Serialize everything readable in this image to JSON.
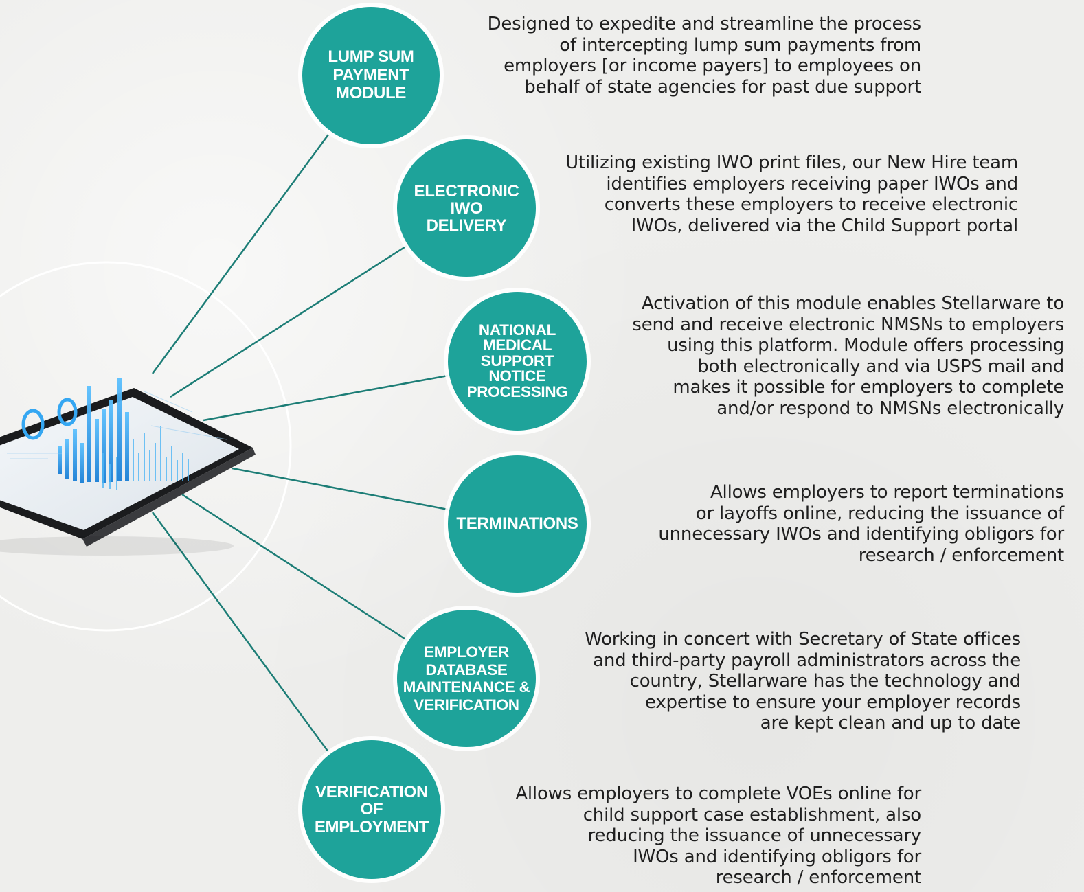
{
  "modules": [
    {
      "id": "lump-sum",
      "title": "LUMP SUM\nPAYMENT\nMODULE",
      "description": "Designed to expedite and streamline the process\nof intercepting lump sum payments from\nemployers [or income payers] to employees on\nbehalf of state agencies for past due support"
    },
    {
      "id": "electronic-iwo",
      "title": "ELECTRONIC\nIWO\nDELIVERY",
      "description": "Utilizing existing IWO print files, our New Hire team\nidentifies employers receiving paper IWOs and\nconverts these employers to receive electronic\nIWOs, delivered via the Child Support portal"
    },
    {
      "id": "nmsn",
      "title": "NATIONAL\nMEDICAL\nSUPPORT\nNOTICE\nPROCESSING",
      "description": "Activation of this module enables Stellarware to\nsend and receive electronic NMSNs to employers\nusing this platform. Module offers processing\nboth electronically and via USPS mail and\nmakes it possible for employers to complete\nand/or respond to NMSNs electronically"
    },
    {
      "id": "terminations",
      "title": "TERMINATIONS",
      "description": "Allows employers to report terminations\nor layoffs online, reducing the issuance of\nunnecessary IWOs and identifying obligors for\nresearch / enforcement"
    },
    {
      "id": "employer-db",
      "title": "EMPLOYER\nDATABASE\nMAINTENANCE &\nVERIFICATION",
      "description": "Working in concert with Secretary of State offices\nand third-party payroll administrators across the\ncountry, Stellarware has the technology and\nexpertise to ensure your employer records\nare kept clean and up to date"
    },
    {
      "id": "voe",
      "title": "VERIFICATION\nOF\nEMPLOYMENT",
      "description": "Allows employers to complete VOEs online for\nchild support case establishment, also\nreducing the issuance of unnecessary\nIWOs and identifying obligors for\nresearch / enforcement"
    }
  ],
  "colors": {
    "accent": "#1ea39a",
    "connector": "#1c7d76",
    "text": "#1f1f1f"
  },
  "icons": [
    "tablet-analytics-image"
  ]
}
